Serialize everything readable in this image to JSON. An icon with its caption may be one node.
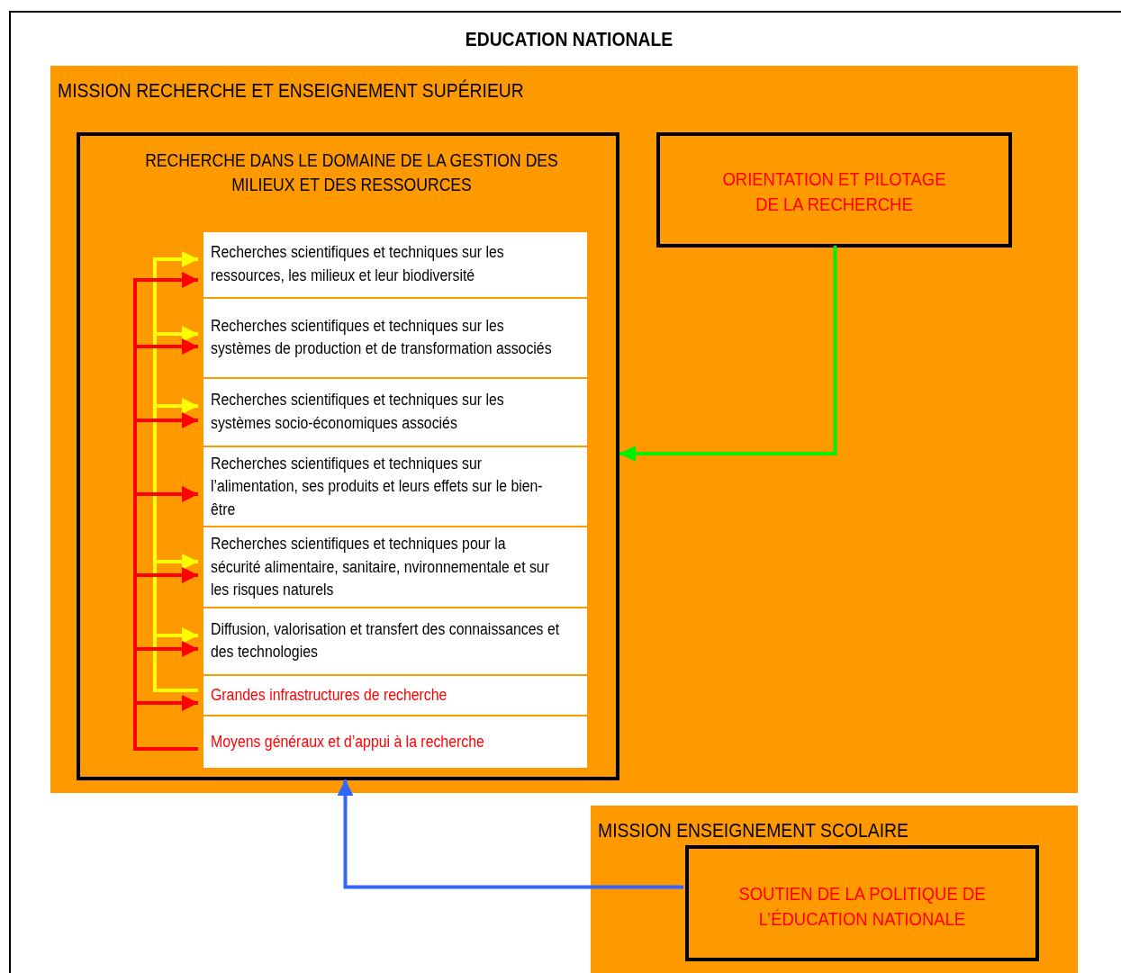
{
  "diagram": {
    "nodes": [
      {
        "text": [
          "EDUCATION NATIONALE"
        ]
      },
      {
        "text": [
          "MISSION RECHERCHE ET ENSEIGNEMENT SUPÉRIEUR"
        ],
        "in": 0
      },
      {
        "text": [
          "RECHERCHE DANS LE DOMAINE DE LA GESTION DES MILIEUX ET DES RESSOURCES"
        ],
        "in": 1
      },
      {
        "text": [
          "Recherches scientifiques et techniques sur les ressources, les milieux et leur biodiversité"
        ],
        "in": 2
      },
      {
        "text": [
          "Recherches scientifiques et techniques sur les systèmes de production et de transformation associés"
        ],
        "in": 2
      },
      {
        "text": [
          "Recherches scientifiques et techniques sur les systèmes socio-économiques associés"
        ],
        "in": 2
      },
      {
        "text": [
          "Recherches scientifiques et techniques sur l’alimentation, ses produits et leurs effets sur le bien-être"
        ],
        "in": 2
      },
      {
        "text": [
          "Recherches scientifiques et techniques pour la sécurité alimentaire, sanitaire, nvironnementale et sur les risques naturels"
        ],
        "in": 2
      },
      {
        "text": [
          "Diffusion, valorisation et transfert des connaissances et des technologies"
        ],
        "in": 2
      },
      {
        "text": [
          "Grandes infrastructures de recherche"
        ],
        "in": 2
      },
      {
        "text": [
          "Moyens généraux et d’appui à la recherche"
        ],
        "in": 2
      },
      {
        "text": [
          "ORIENTATION ET PILOTAGE DE LA RECHERCHE"
        ],
        "in": 1
      },
      {
        "text": [
          "MISSION ENSEIGNEMENT SCOLAIRE"
        ],
        "in": 0
      },
      {
        "text": [
          "SOUTIEN DE LA POLITIQUE DE L’ÉDUCATION NATIONALE"
        ],
        "in": 12
      }
    ],
    "edges": [
      {
        "from": 11,
        "to": 2,
        "arrow": "to",
        "color": "#00ee00"
      },
      {
        "from": 13,
        "to": 2,
        "arrow": "to",
        "color": "#3366ff"
      },
      {
        "from": 9,
        "to": 3,
        "arrow": "to",
        "color": "#ffff00"
      },
      {
        "from": 9,
        "to": 4,
        "arrow": "to",
        "color": "#ffff00"
      },
      {
        "from": 9,
        "to": 5,
        "arrow": "to",
        "color": "#ffff00"
      },
      {
        "from": 9,
        "to": 7,
        "arrow": "to",
        "color": "#ffff00"
      },
      {
        "from": 9,
        "to": 8,
        "arrow": "to",
        "color": "#ffff00"
      },
      {
        "from": 10,
        "to": 3,
        "arrow": "to"
      },
      {
        "from": 10,
        "to": 4,
        "arrow": "to"
      },
      {
        "from": 10,
        "to": 5,
        "arrow": "to"
      },
      {
        "from": 10,
        "to": 6,
        "arrow": "to"
      },
      {
        "from": 10,
        "to": 7,
        "arrow": "to"
      },
      {
        "from": 10,
        "to": 8,
        "arrow": "to"
      },
      {
        "from": 10,
        "to": 9,
        "arrow": "to"
      }
    ]
  }
}
